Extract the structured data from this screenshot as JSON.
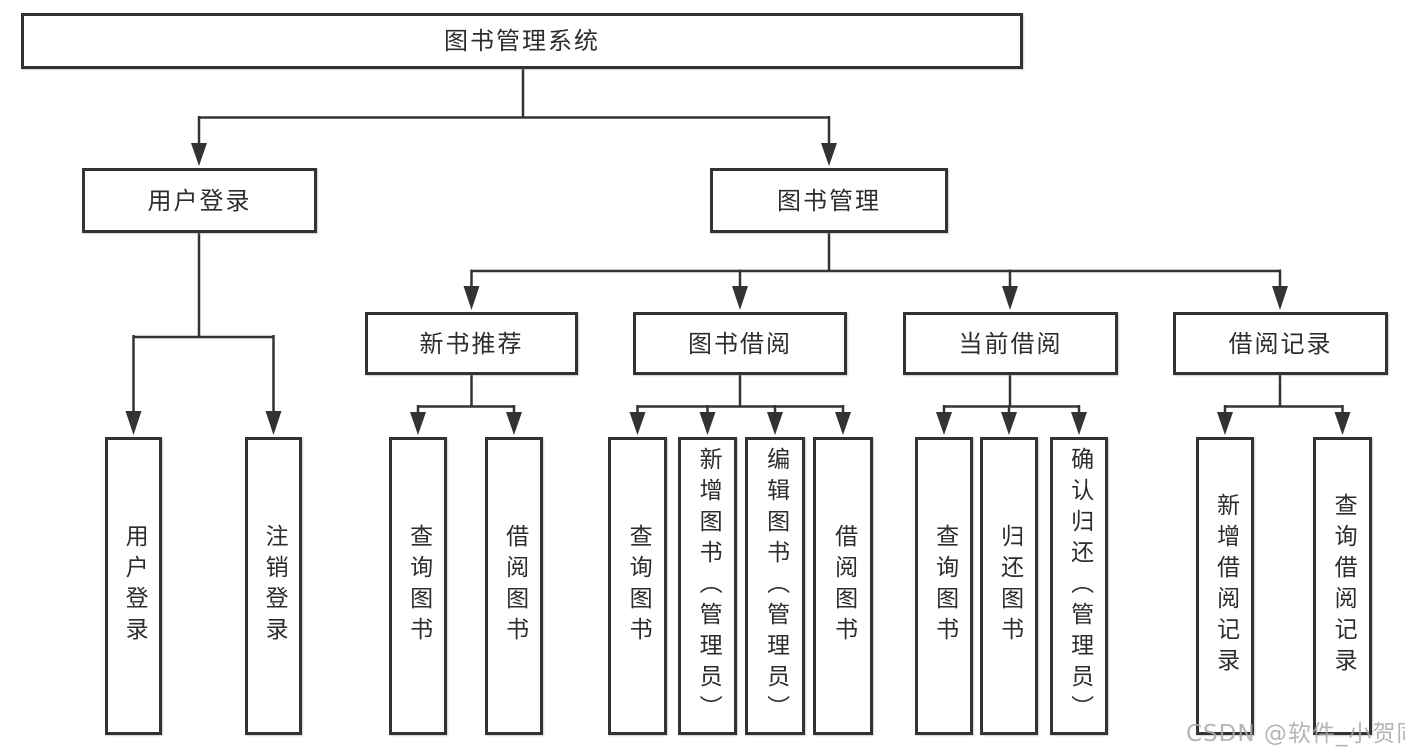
{
  "diagram_title": "图书管理系统",
  "tree": {
    "label": "图书管理系统",
    "children": [
      {
        "label": "用户登录",
        "children": [
          {
            "label": "用户登录"
          },
          {
            "label": "注销登录"
          }
        ]
      },
      {
        "label": "图书管理",
        "children": [
          {
            "label": "新书推荐",
            "children": [
              {
                "label": "查询图书"
              },
              {
                "label": "借阅图书"
              }
            ]
          },
          {
            "label": "图书借阅",
            "children": [
              {
                "label": "查询图书"
              },
              {
                "label": "新增图书（管理员）"
              },
              {
                "label": "编辑图书（管理员）"
              },
              {
                "label": "借阅图书"
              }
            ]
          },
          {
            "label": "当前借阅",
            "children": [
              {
                "label": "查询图书"
              },
              {
                "label": "归还图书"
              },
              {
                "label": "确认归还（管理员）"
              }
            ]
          },
          {
            "label": "借阅记录",
            "children": [
              {
                "label": "新增借阅记录"
              },
              {
                "label": "查询借阅记录"
              }
            ]
          }
        ]
      }
    ]
  },
  "watermark": {
    "text": "CSDN @软件_小贺同学"
  },
  "colors": {
    "line": "#333333",
    "box_border": "#333333",
    "text": "#2d2d2d",
    "background": "#ffffff",
    "watermark": "#a9a9a9"
  }
}
